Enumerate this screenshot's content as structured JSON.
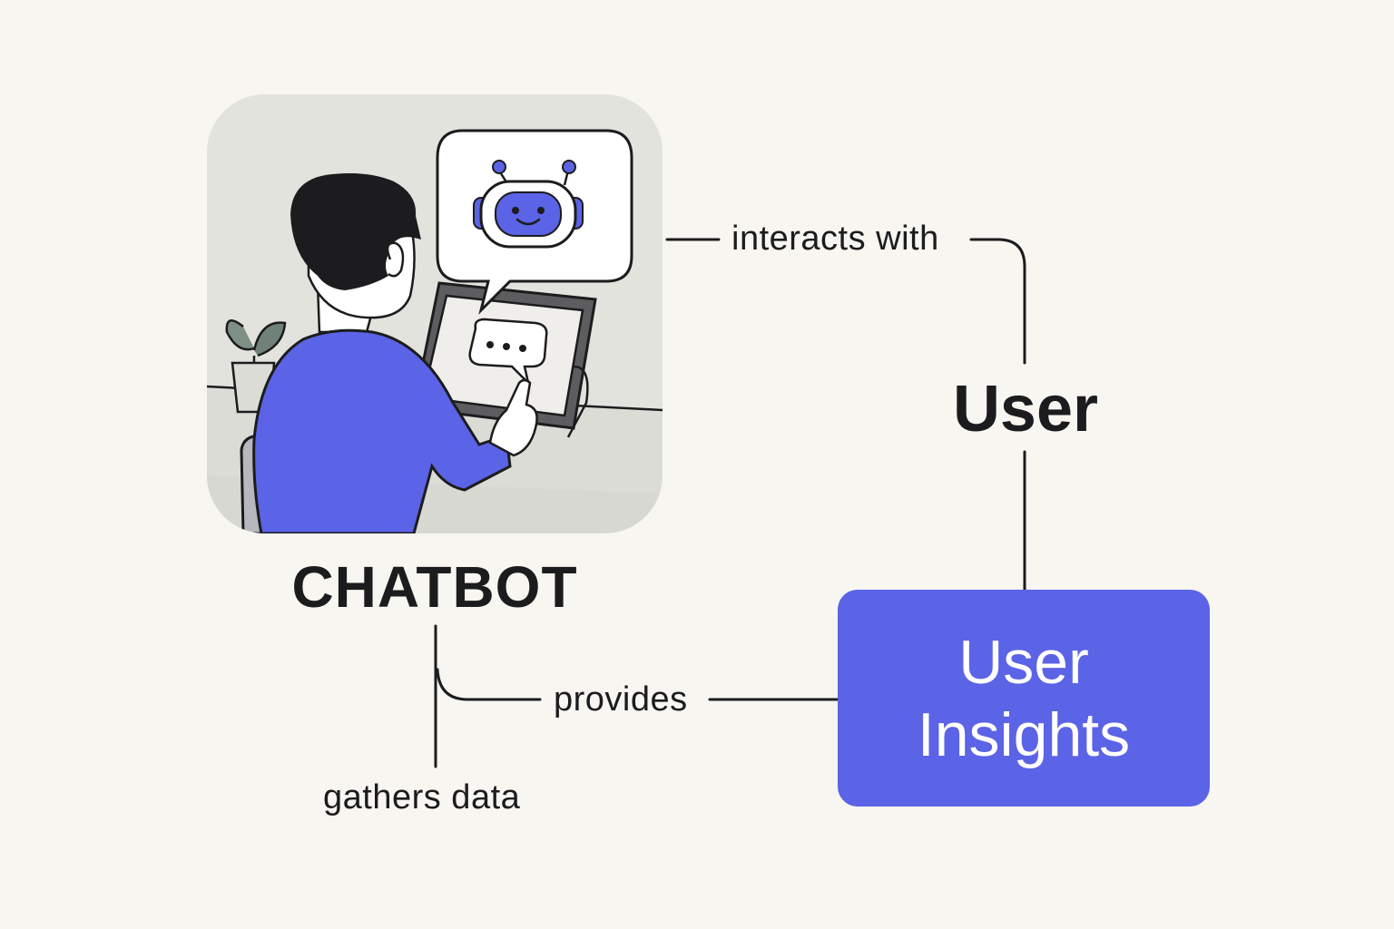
{
  "colors": {
    "background": "#f8f6f1",
    "accent": "#5b63e6",
    "ink": "#1c1c1e",
    "card": "#e3e3de"
  },
  "nodes": {
    "chatbot": {
      "label": "CHATBOT",
      "icon": "person-using-chatbot-illustration"
    },
    "user": {
      "label": "User"
    },
    "insights": {
      "line1": "User",
      "line2": "Insights"
    }
  },
  "edges": {
    "interacts": "interacts with",
    "provides": "provides",
    "gathers": "gathers data"
  }
}
